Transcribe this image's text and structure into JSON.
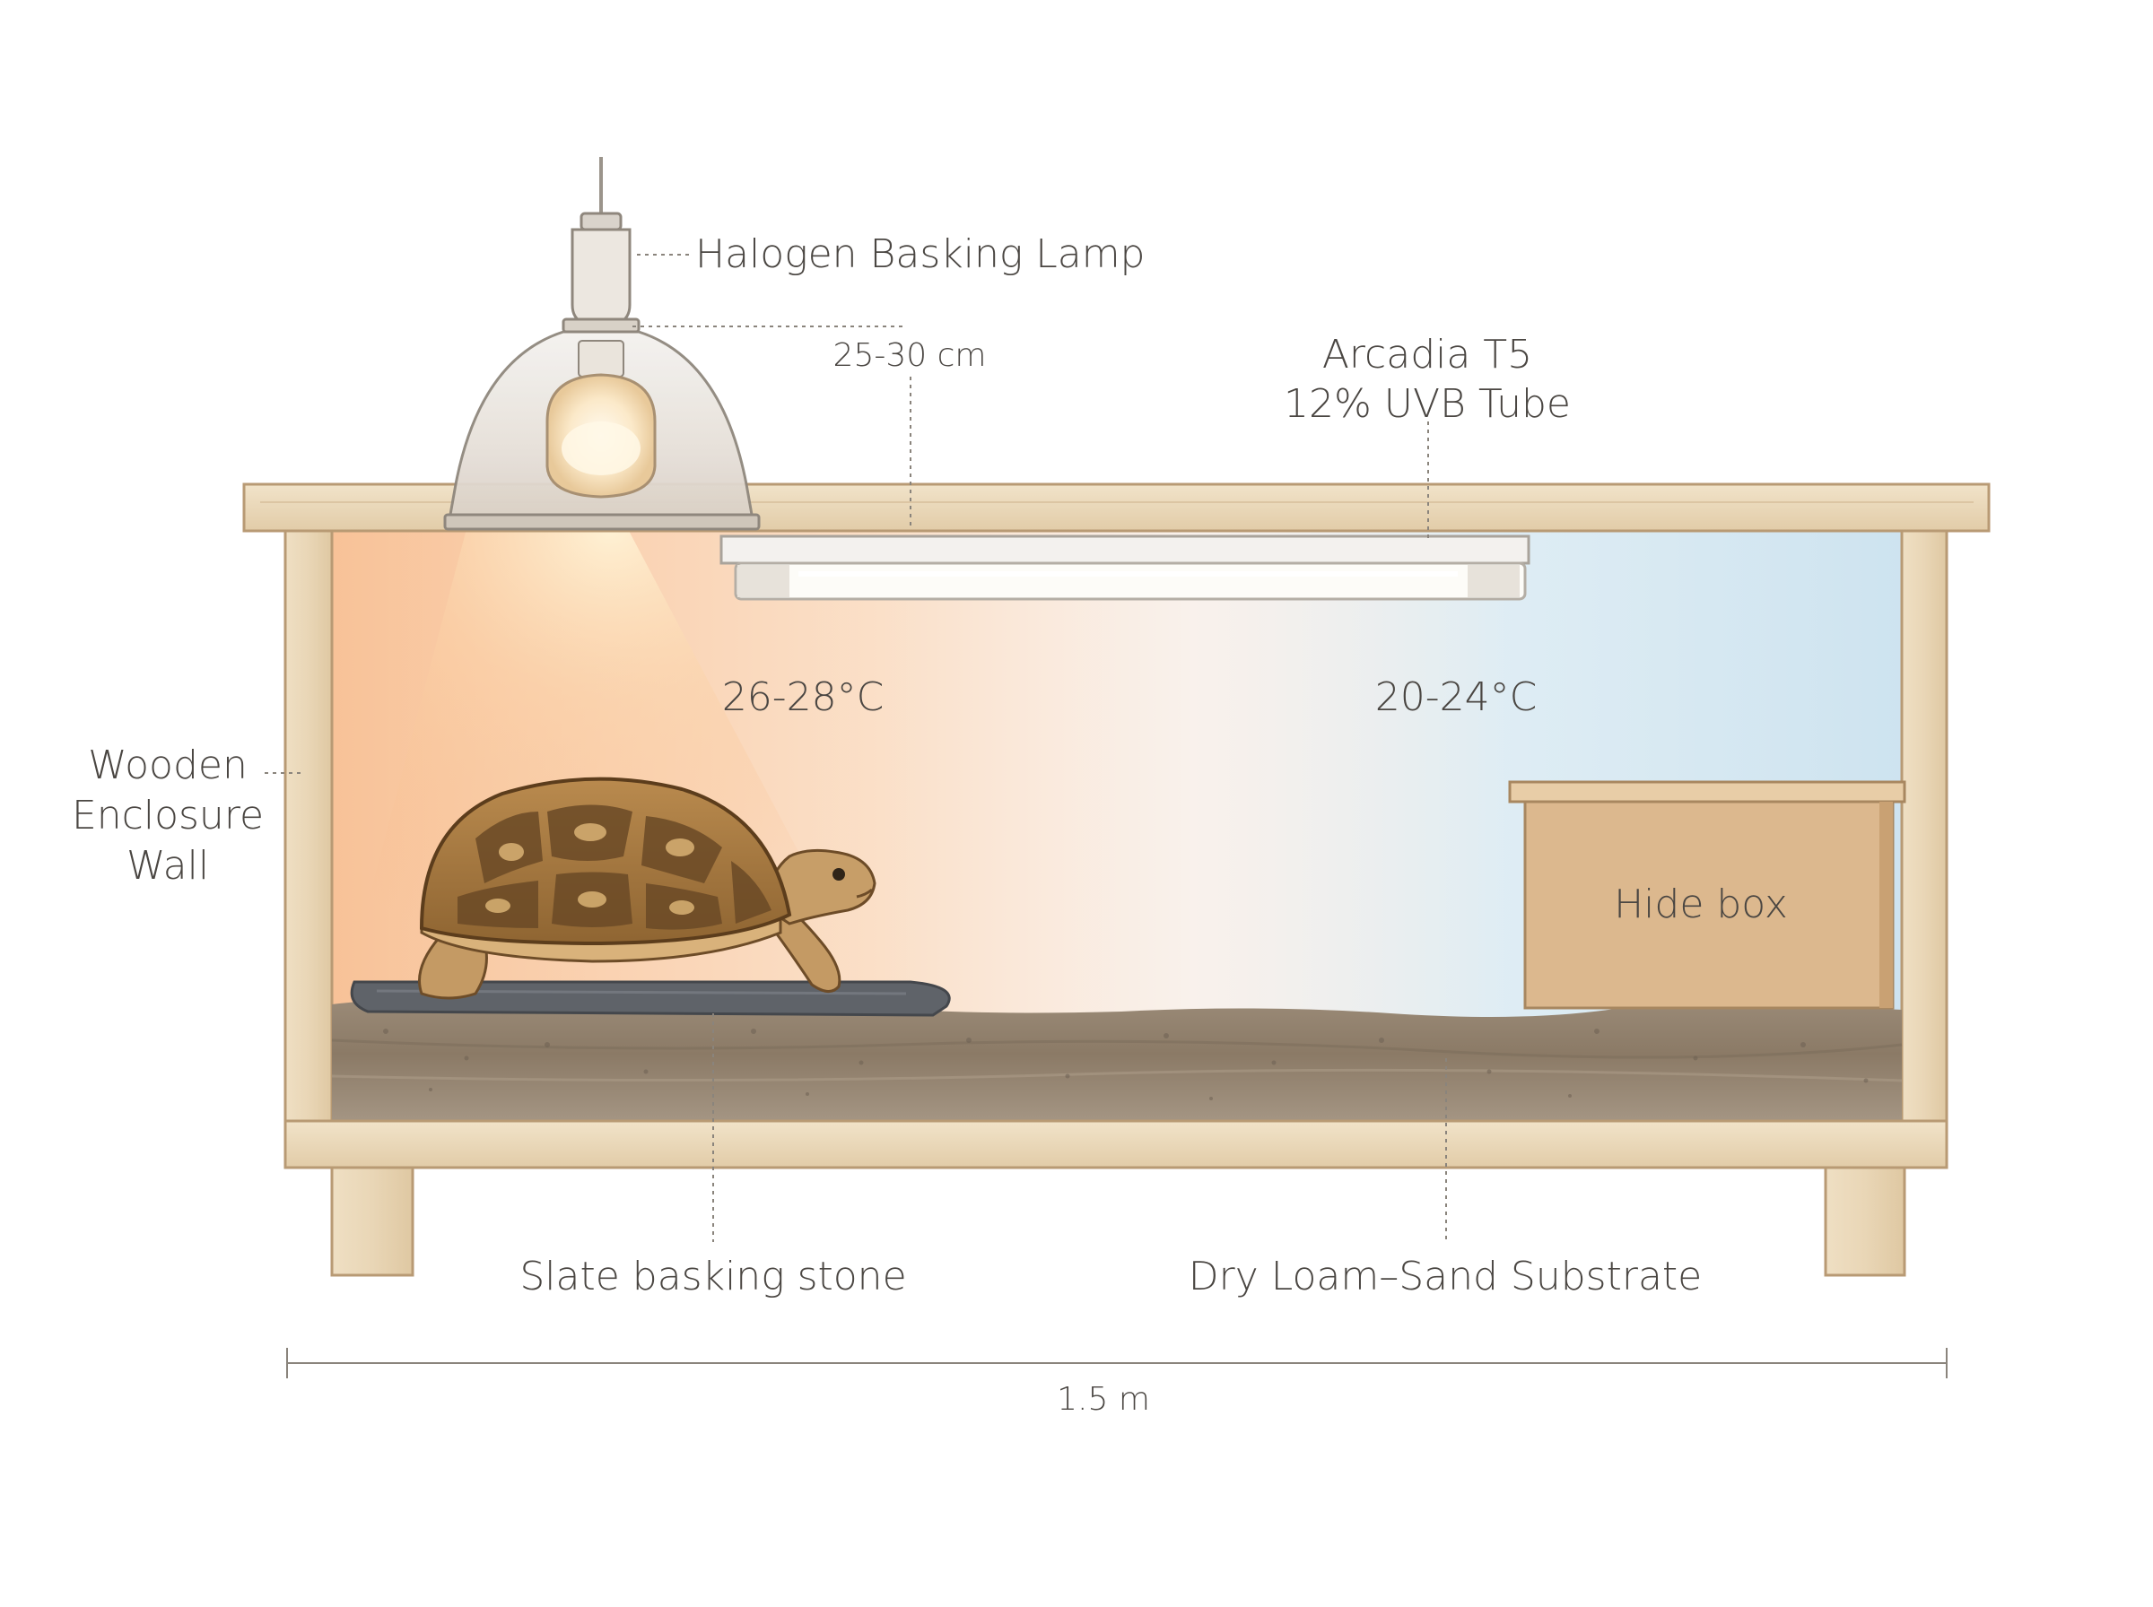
{
  "labels": {
    "lamp": "Halogen Basking Lamp",
    "lamp_distance": "25-30 cm",
    "uvb_line1": "Arcadia T5",
    "uvb_line2": "12% UVB Tube",
    "wall_line1": "Wooden",
    "wall_line2": "Enclosure",
    "wall_line3": "Wall",
    "warm_temp": "26-28°C",
    "cool_temp": "20-24°C",
    "hide": "Hide box",
    "stone": "Slate basking stone",
    "substrate": "Dry Loam–Sand Substrate",
    "width": "1.5 m"
  },
  "colors": {
    "wood": "#ead9bd",
    "wood_edge": "#b89a74",
    "warm_zone": "#f6bd8c",
    "cool_zone": "#cfe4ef",
    "substrate": "#8a7b6a",
    "slate": "#5c6066",
    "hide_box": "#d9b48a",
    "text": "#4a4642"
  },
  "icons": {
    "lamp": "halogen-lamp-icon",
    "tube": "uvb-tube-icon",
    "animal": "tortoise-illustration"
  }
}
